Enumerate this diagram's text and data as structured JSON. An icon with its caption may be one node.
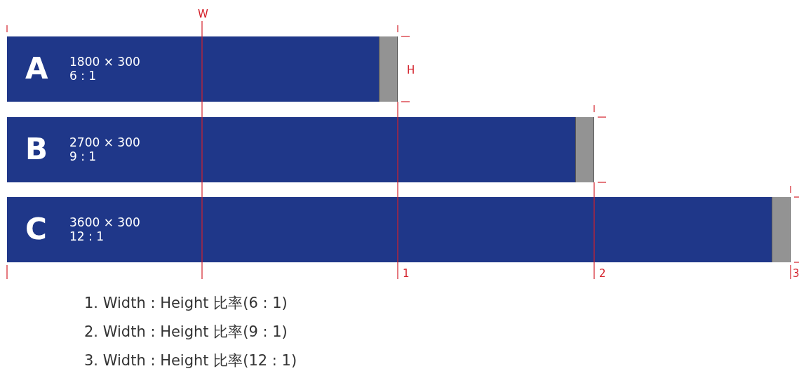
{
  "diagram": {
    "nodes": [
      {
        "text": [
          "A",
          "1800 × 300",
          "6 : 1"
        ]
      },
      {
        "text": [
          "B",
          "2700 × 300",
          "9 : 1"
        ]
      },
      {
        "text": [
          "C",
          "3600 × 300",
          "12 : 1"
        ]
      }
    ],
    "labels": [
      "W",
      "H",
      "1",
      "2",
      "3",
      "1. Width : Height 比率(6 : 1)",
      "2. Width : Height 比率(9 : 1)",
      "3. Width : Height 比率(12 : 1)"
    ]
  }
}
